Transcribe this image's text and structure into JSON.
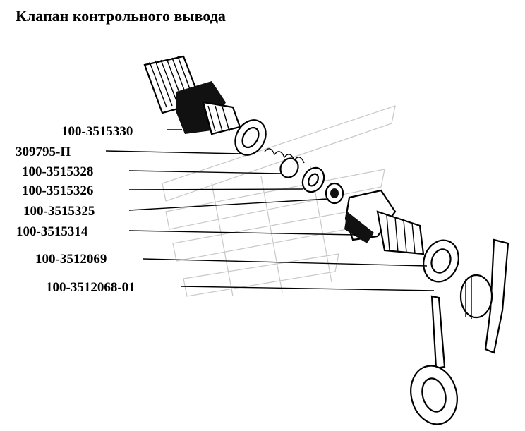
{
  "title": "Клапан контрольного вывода",
  "parts": [
    {
      "id": "p1",
      "number": "100-3515330"
    },
    {
      "id": "p2",
      "number": "309795-П"
    },
    {
      "id": "p3",
      "number": "100-3515328"
    },
    {
      "id": "p4",
      "number": "100-3515326"
    },
    {
      "id": "p5",
      "number": "100-3515325"
    },
    {
      "id": "p6",
      "number": "100-3515314"
    },
    {
      "id": "p7",
      "number": "100-3512069"
    },
    {
      "id": "p8",
      "number": "100-3512068-01"
    }
  ]
}
